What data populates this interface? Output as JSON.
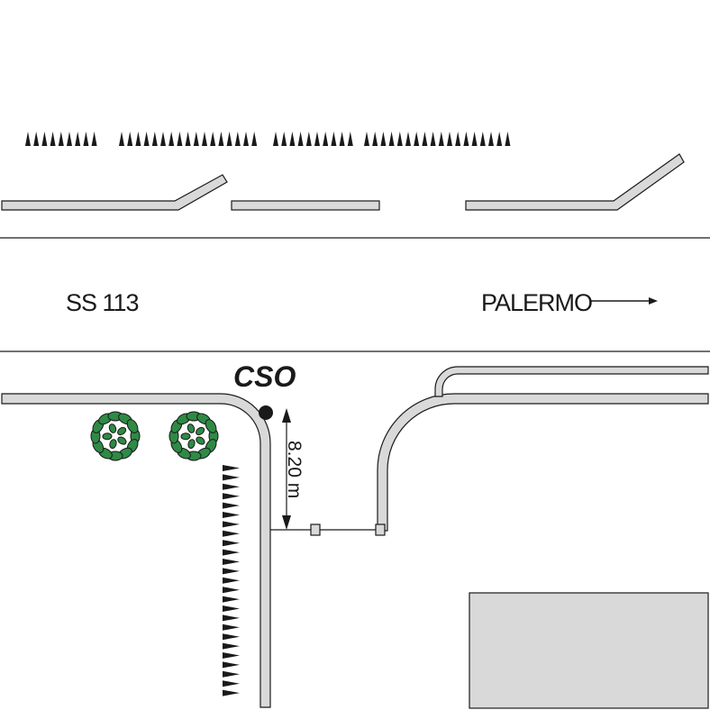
{
  "labels": {
    "road_name": "SS 113",
    "direction": "PALERMO",
    "station": "CSO",
    "distance": "8.20 m"
  },
  "colors": {
    "curb_fill": "#d9d9d9",
    "outline": "#1a1a1a",
    "foliage": "#2e8a45",
    "building": "#d9d9d9"
  },
  "icons": {
    "hedge_top": "triangle-row",
    "hedge_side": "triangle-column",
    "trees": "shrub-icon",
    "station": "filled-dot",
    "direction_arrow": "right-arrow"
  }
}
